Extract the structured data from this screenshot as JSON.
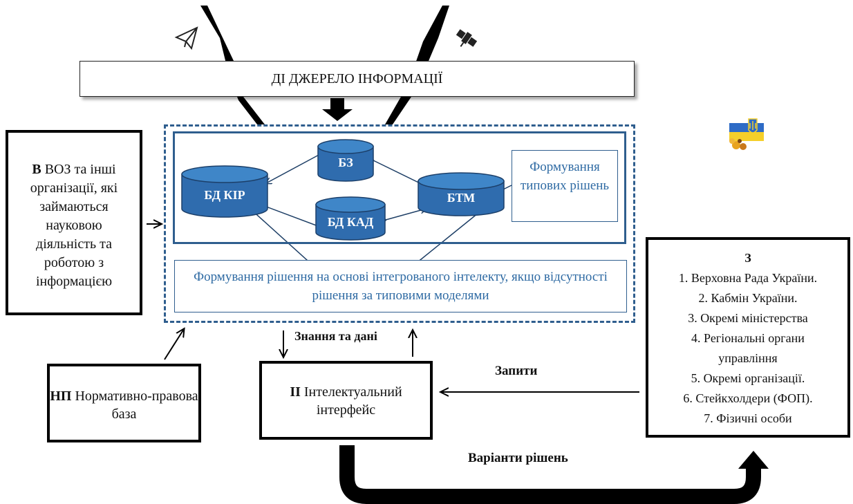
{
  "source": {
    "title": "ДІ ДЖЕРЕЛО ІНФОРМАЦІЇ"
  },
  "databases": {
    "bz": "БЗ",
    "bd_kir": "БД КІР",
    "btm": "БТМ",
    "bd_kad": "БД КАД"
  },
  "typical": {
    "text": "Формування типових рішень"
  },
  "integrated": {
    "text": "Формування рішення на основі інтегрованого інтелекту, якщо відсутності рішення за типовими моделями"
  },
  "left": {
    "code": "В",
    "text": "ВОЗ та інші організації, які займаються науковою діяльність та роботою з інформацією"
  },
  "np": {
    "code": "НП",
    "text": "Нормативно-правова база"
  },
  "ii": {
    "code": "ІІ",
    "text": "Інтелектуальний інтерфейс"
  },
  "right": {
    "code": "З",
    "items": [
      "1. Верховна Рада України.",
      "2. Кабмін України.",
      "3. Окремі міністерства",
      "4. Регіональні органи управління",
      "5. Окремі організації.",
      "6. Стейкхолдери (ФОП).",
      "7. Фізичні особи"
    ]
  },
  "labels": {
    "knowledge": "Знання та дані",
    "requests": "Запити",
    "options": "Варіанти рішень"
  },
  "colors": {
    "db_fill": "#2f6cae",
    "db_top": "#3f86c8",
    "frame_blue": "#2f5e8e",
    "text_blue": "#2e6aa3"
  }
}
